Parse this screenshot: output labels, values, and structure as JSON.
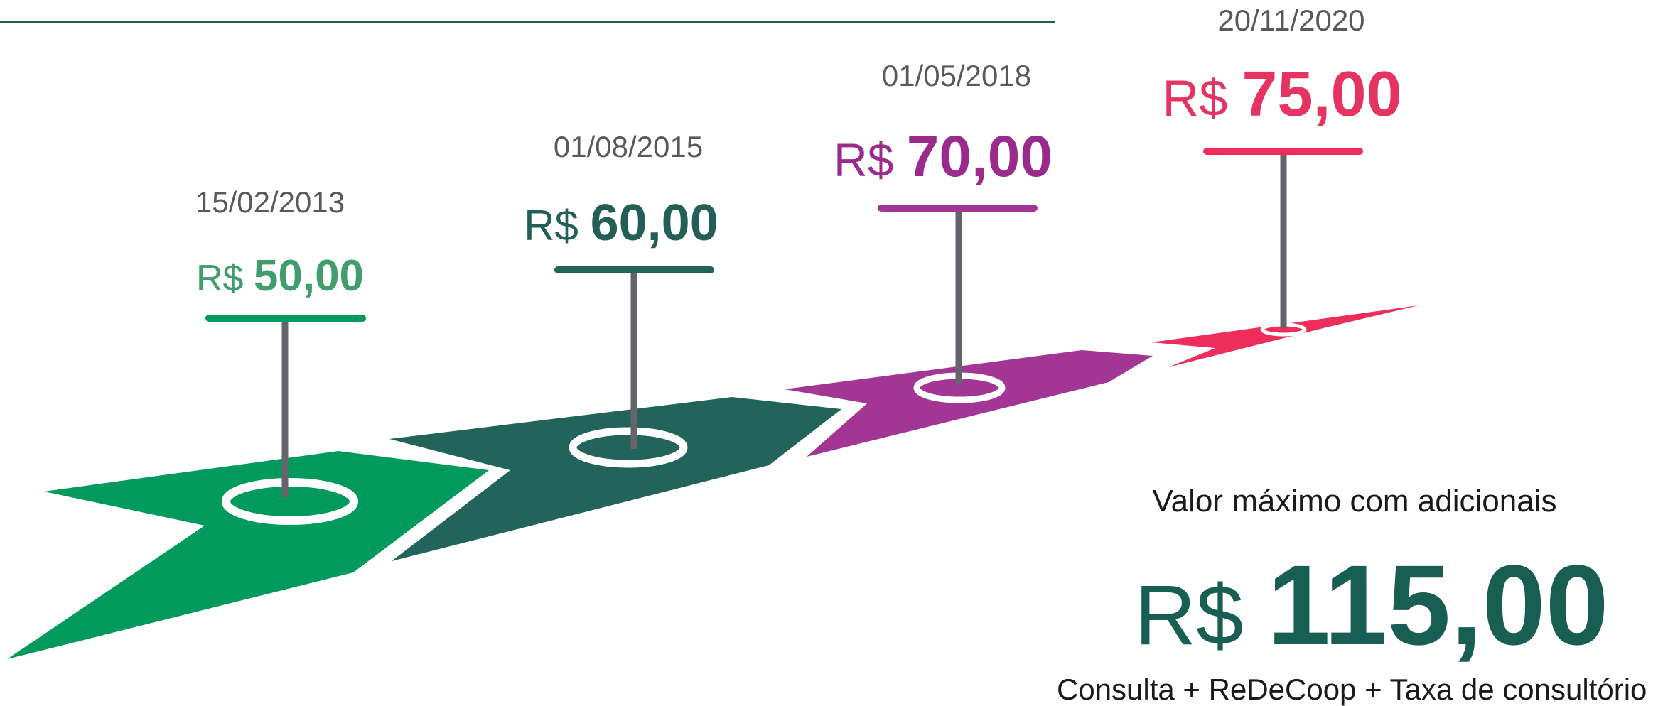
{
  "milestones": [
    {
      "date": "15/02/2013",
      "currency": "R$",
      "amount": "50,00",
      "color": "#009a5c"
    },
    {
      "date": "01/08/2015",
      "currency": "R$",
      "amount": "60,00",
      "color": "#23645a"
    },
    {
      "date": "01/05/2018",
      "currency": "R$",
      "amount": "70,00",
      "color": "#a33694"
    },
    {
      "date": "20/11/2020",
      "currency": "R$",
      "amount": "75,00",
      "color": "#ee2d5c"
    }
  ],
  "summary": {
    "caption": "Valor máximo com adicionais",
    "currency": "R$",
    "amount": "115,00",
    "note": "Consulta + ReDeCoop + Taxa de consultório",
    "color": "#195e52"
  },
  "colors": {
    "top_rule": "#1f5f56",
    "pin": "#66636b"
  }
}
